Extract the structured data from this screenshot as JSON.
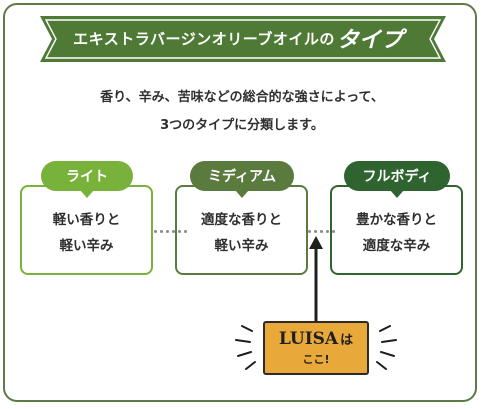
{
  "banner": {
    "text_main": "エキストラバージンオリーブオイルの",
    "text_emphasis": "タイプ",
    "color": "#4f7a36"
  },
  "intro": {
    "line1": "香り、辛み、苦味などの総合的な強さによって、",
    "line2": "3つのタイプに分類します。"
  },
  "types": [
    {
      "label": "ライト",
      "desc_line1": "軽い香りと",
      "desc_line2": "軽い辛み",
      "color": "#79b23a"
    },
    {
      "label": "ミディアム",
      "desc_line1": "適度な香りと",
      "desc_line2": "軽い辛み",
      "color": "#5b7a3e"
    },
    {
      "label": "フルボディ",
      "desc_line1": "豊かな香りと",
      "desc_line2": "適度な辛み",
      "color": "#2f6330"
    }
  ],
  "callout": {
    "brand": "LUISA",
    "particle": "は",
    "sub": "ここ!",
    "color": "#e9a93a"
  }
}
